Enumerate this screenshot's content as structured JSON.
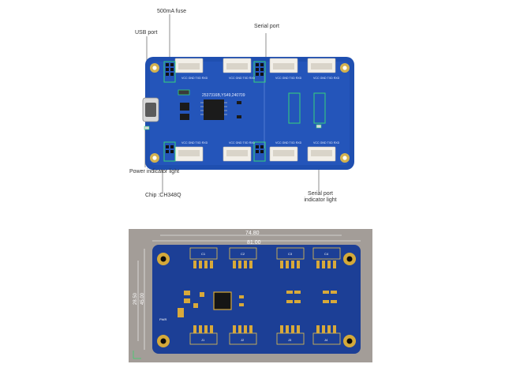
{
  "callouts": {
    "fuse": "500mA fuse",
    "usb": "USB port",
    "serial": "Serial port",
    "power_led": "Power indicator light",
    "chip": "Chip :CH348Q",
    "serial_led": "Serial port indicator light"
  },
  "board_top": {
    "silk_code": "2537316B,YS49,240709",
    "header_pins": [
      "VCC",
      "GND",
      "TXD",
      "RXD"
    ]
  },
  "drawing": {
    "dim_width": "74.80",
    "dim_inner_width": "81.00",
    "dim_height": "28.50",
    "dim_inner_height": "45.00",
    "connector_refs_top": [
      "C1",
      "C2",
      "C3",
      "C4"
    ],
    "connector_refs_bottom": [
      "J1",
      "J2",
      "J3",
      "J4"
    ],
    "power_label": "PWR"
  },
  "colors": {
    "pcb_blue": "#1f4fb0",
    "connector_white": "#f2efe8",
    "copper_gold": "#d8a93a",
    "drawing_bg": "#a39d98"
  }
}
